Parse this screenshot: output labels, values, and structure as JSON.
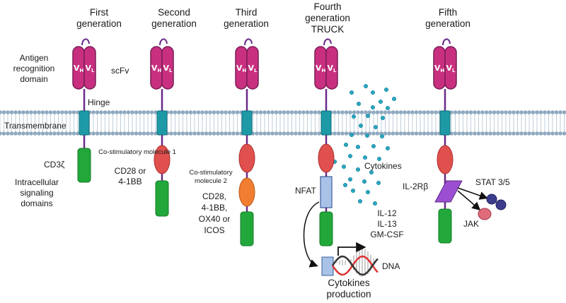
{
  "generations": [
    {
      "title_lines": [
        "First",
        "generation"
      ]
    },
    {
      "title_lines": [
        "Second",
        "generation"
      ]
    },
    {
      "title_lines": [
        "Third",
        "generation"
      ]
    },
    {
      "title_lines": [
        "Fourth",
        "generation",
        "TRUCK"
      ]
    },
    {
      "title_lines": [
        "Fifth",
        "generation"
      ]
    }
  ],
  "left_labels": {
    "antigen_domain": [
      "Antigen",
      "recognition",
      "domain"
    ],
    "transmembrane": "Transmembrane",
    "cd3z": "CD3ζ",
    "intracellular": [
      "Intracellular",
      "signaling",
      "domains"
    ]
  },
  "scfv_parts": {
    "vh": "V",
    "vh_sub": "H",
    "vl": "V",
    "vl_sub": "L"
  },
  "labels": {
    "scfv": "scFv",
    "hinge": "Hinge",
    "costim1": "Co-stimulatory molecule 1",
    "cd28_41bb": [
      "CD28 or",
      "4-1BB"
    ],
    "costim2": [
      "Co-stimulatory",
      "molecule 2"
    ],
    "third_options": [
      "CD28,",
      "4-1BB,",
      "OX40 or",
      "ICOS"
    ],
    "nfat": "NFAT",
    "cytokines": "Cytokines",
    "cytokine_list": [
      "IL-12",
      "IL-13",
      "GM-CSF"
    ],
    "dna": "DNA",
    "cytokines_production": [
      "Cytokines",
      "production"
    ],
    "il2rb": "IL-2Rβ",
    "stat": "STAT 3/5",
    "jak": "JAK"
  },
  "colors": {
    "scfv_fill": "#c8307f",
    "scfv_stroke": "#7a1d57",
    "hinge": "#6a2a8a",
    "transmembrane": "#1d9aa6",
    "costim1": "#e0504e",
    "costim2": "#f07d30",
    "cd3z": "#22a83a",
    "nfat": "#a9c3e8",
    "il2rb": "#9b4fd0",
    "stat": "#3b3c8c",
    "jak": "#e06b7a",
    "membrane": "#8fa9bf",
    "cytokine_dot": "#2aa6bf"
  }
}
